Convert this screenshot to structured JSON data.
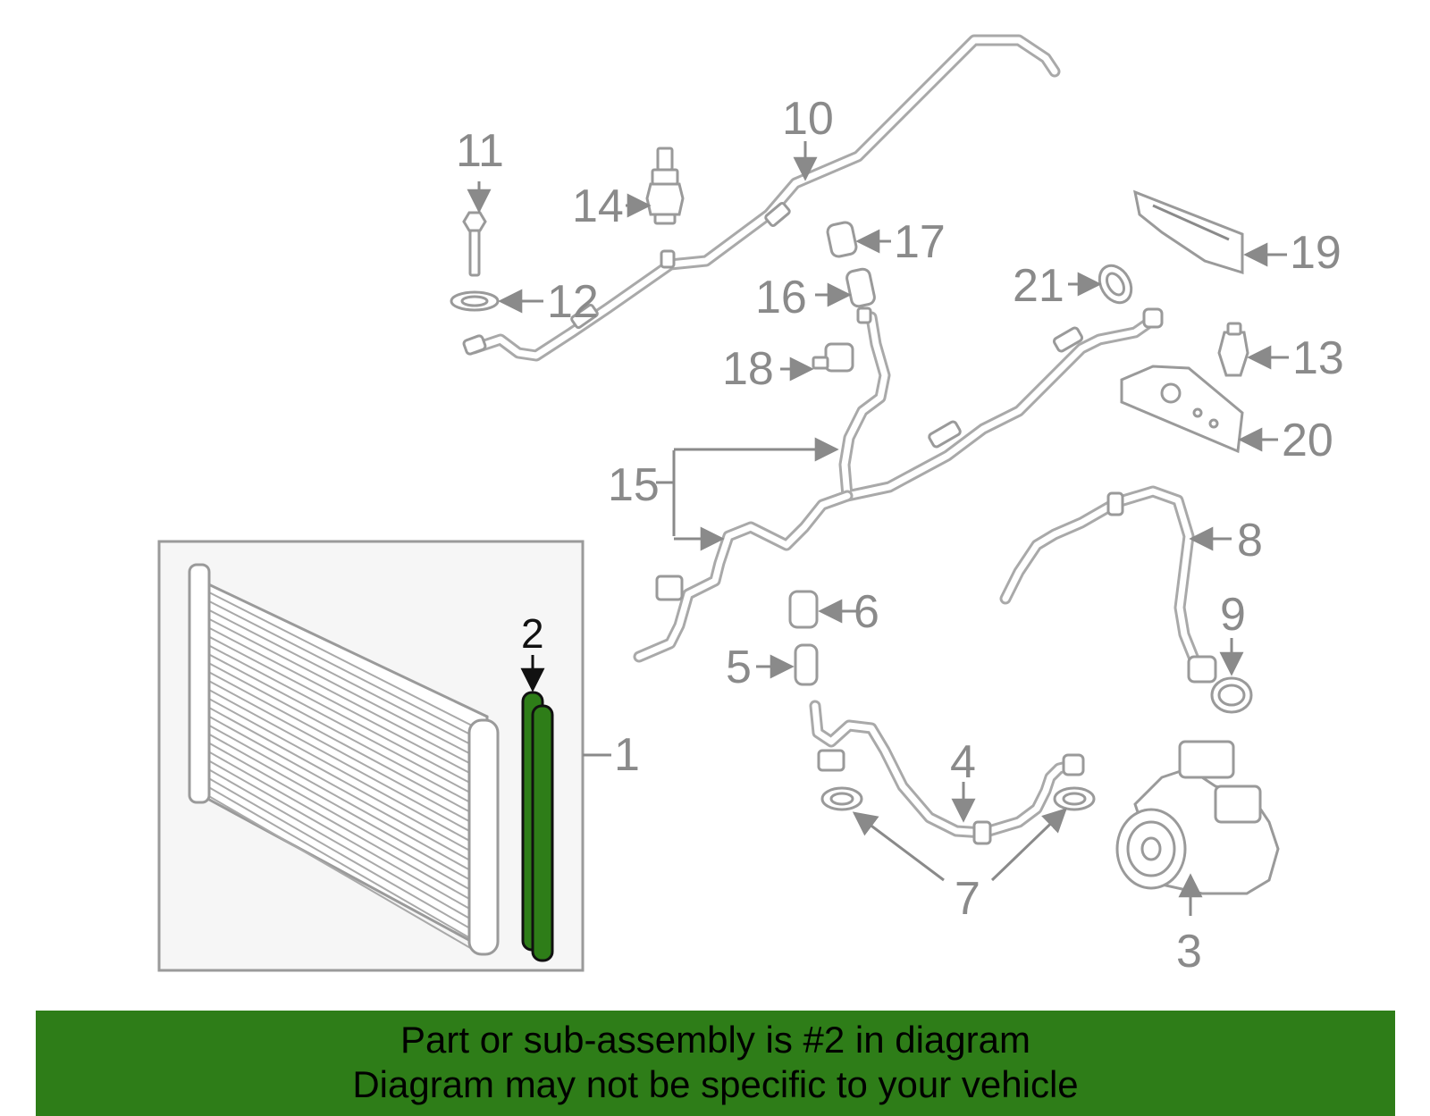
{
  "callouts": {
    "n1": "1",
    "n2": "2",
    "n3": "3",
    "n4": "4",
    "n5": "5",
    "n6": "6",
    "n7": "7",
    "n8": "8",
    "n9": "9",
    "n10": "10",
    "n11": "11",
    "n12": "12",
    "n13": "13",
    "n14": "14",
    "n15": "15",
    "n16": "16",
    "n17": "17",
    "n18": "18",
    "n19": "19",
    "n20": "20",
    "n21": "21"
  },
  "highlight": {
    "part_number": "2",
    "color": "#2e7d18"
  },
  "banner": {
    "line1": "Part or sub-assembly is #2 in diagram",
    "line2": "Diagram may not be specific to your vehicle",
    "background": "#2e7d18"
  }
}
